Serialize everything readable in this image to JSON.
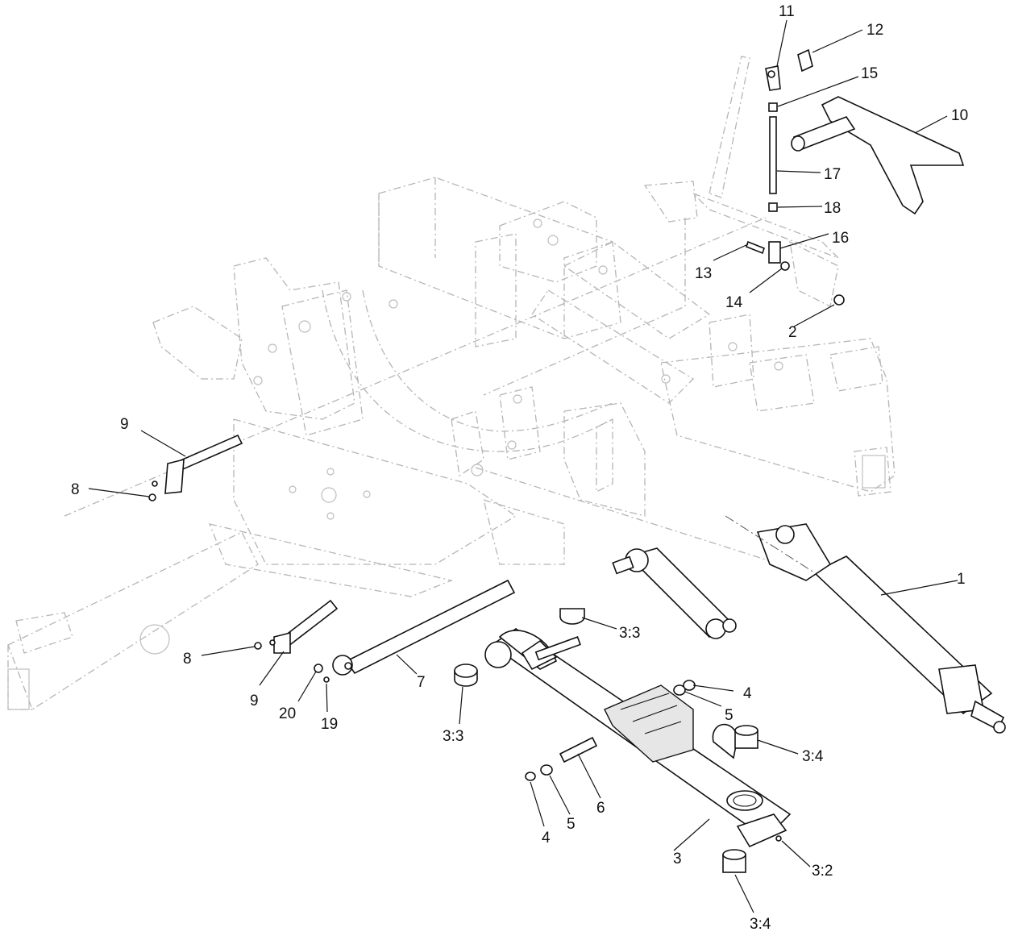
{
  "callouts": [
    {
      "id": "c-1",
      "text": "1"
    },
    {
      "id": "c-2",
      "text": "2"
    },
    {
      "id": "c-3",
      "text": "3"
    },
    {
      "id": "c-3-2",
      "text": "3:2"
    },
    {
      "id": "c-3-3a",
      "text": "3:3"
    },
    {
      "id": "c-3-3b",
      "text": "3:3"
    },
    {
      "id": "c-3-4a",
      "text": "3:4"
    },
    {
      "id": "c-3-4b",
      "text": "3:4"
    },
    {
      "id": "c-4a",
      "text": "4"
    },
    {
      "id": "c-4b",
      "text": "4"
    },
    {
      "id": "c-5a",
      "text": "5"
    },
    {
      "id": "c-5b",
      "text": "5"
    },
    {
      "id": "c-6",
      "text": "6"
    },
    {
      "id": "c-7",
      "text": "7"
    },
    {
      "id": "c-8a",
      "text": "8"
    },
    {
      "id": "c-8b",
      "text": "8"
    },
    {
      "id": "c-9a",
      "text": "9"
    },
    {
      "id": "c-9b",
      "text": "9"
    },
    {
      "id": "c-10",
      "text": "10"
    },
    {
      "id": "c-11",
      "text": "11"
    },
    {
      "id": "c-12",
      "text": "12"
    },
    {
      "id": "c-13",
      "text": "13"
    },
    {
      "id": "c-14",
      "text": "14"
    },
    {
      "id": "c-15",
      "text": "15"
    },
    {
      "id": "c-16",
      "text": "16"
    },
    {
      "id": "c-17",
      "text": "17"
    },
    {
      "id": "c-18",
      "text": "18"
    },
    {
      "id": "c-19",
      "text": "19"
    },
    {
      "id": "c-20",
      "text": "20"
    }
  ]
}
